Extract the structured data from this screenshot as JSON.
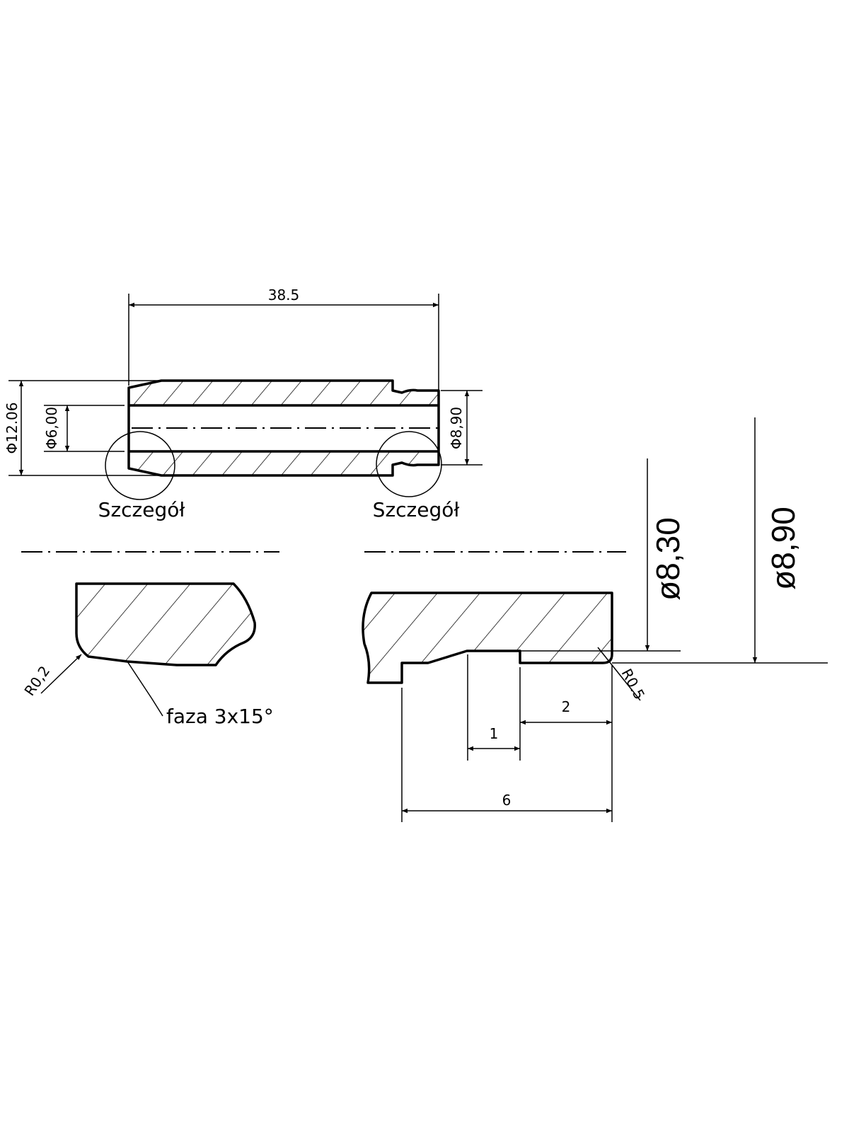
{
  "main_view": {
    "length_dim": "38.5",
    "outer_diameter_dim": "Φ12.06",
    "bore_diameter_dim": "Φ6,00",
    "end_diameter_dim": "Φ8,90",
    "detail_label_left": "Szczegół",
    "detail_label_right": "Szczegół"
  },
  "detail_left": {
    "radius_label": "R0,2",
    "chamfer_label": "faza 3x15°"
  },
  "detail_right": {
    "radius_label": "R0.5",
    "diameter_830": "ø8,30",
    "diameter_890": "ø8,90",
    "dim_1": "1",
    "dim_2": "2",
    "dim_6": "6"
  },
  "colors": {
    "line": "#000000",
    "background": "#ffffff"
  }
}
